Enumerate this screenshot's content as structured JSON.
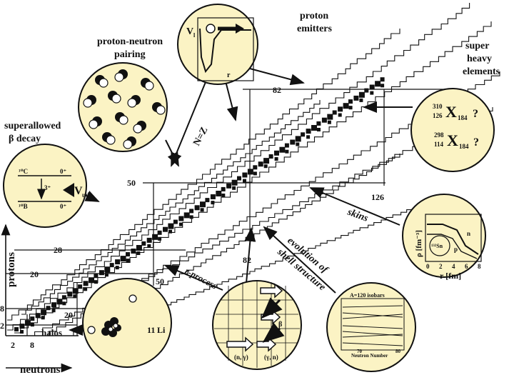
{
  "colors": {
    "bubble_fill": "#fbf3c4",
    "line": "#111111",
    "background": "#ffffff"
  },
  "axes": {
    "x_label": "neutrons",
    "y_label": "protons"
  },
  "magic_numbers": {
    "proton_2": "2",
    "proton_8": "8",
    "proton_20": "20",
    "proton_28": "28",
    "proton_50": "50",
    "proton_82": "82",
    "neutron_2": "2",
    "neutron_8": "8",
    "neutron_20": "20",
    "neutron_50": "50",
    "neutron_82": "82",
    "neutron_126": "126"
  },
  "labels": {
    "proton_emitters": [
      "proton",
      "emitters"
    ],
    "pn_pairing": [
      "proton-neutron",
      "pairing"
    ],
    "superallowed": [
      "superallowed",
      "β decay"
    ],
    "super_heavy": [
      "super",
      "heavy",
      "elements"
    ],
    "skins": "skins",
    "evolution": [
      "evolution of",
      "shell structure"
    ],
    "r_process": "r-process",
    "halos": "halos",
    "n_eq_z": "N=Z"
  },
  "bubbles": {
    "beta_decay": {
      "vud": "V",
      "vud_sub": "ud",
      "state_top_left": "¹⁰C",
      "state_top_right": "0⁺",
      "state_bottom_left": "¹⁰B",
      "state_bottom_right": "0⁺",
      "transition": "3⁺"
    },
    "proton_emitter": {
      "v_label": "V",
      "v_sub": "l",
      "r_label": "r"
    },
    "super_heavy": {
      "iso1_mass": "310",
      "iso1_z": "126",
      "iso1_sym": "X",
      "iso1_n": "184",
      "iso2_mass": "298",
      "iso2_z": "114",
      "iso2_sym": "X",
      "iso2_n": "184",
      "q": "?"
    },
    "halo": {
      "label": "11",
      "label_sym": "Li"
    },
    "skin": {
      "ylabel": "ρ [fm⁻³]",
      "xlabel": "r [fm]",
      "ticks": [
        "0",
        "2",
        "4",
        "6",
        "8"
      ],
      "core": "¹³²Sn",
      "p": "p",
      "n": "n"
    },
    "r_process": {
      "ng": "(n, γ)",
      "gn": "(γ, n)",
      "beta": "β"
    },
    "shell": {
      "title": "A=120 isobars",
      "xlabel": "Neutron Number",
      "x1": "70",
      "x2": "80"
    }
  }
}
